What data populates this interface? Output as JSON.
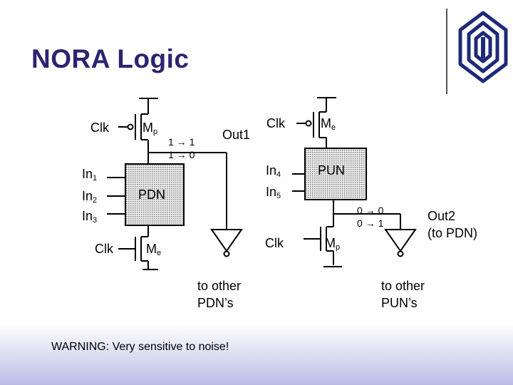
{
  "slide": {
    "title": "NORA Logic",
    "warning": "WARNING: Very sensitive to noise!"
  },
  "left_stage": {
    "clk_top": "Clk",
    "mp_label": "M",
    "mp_sub": "p",
    "transition_1": "1 → 1",
    "transition_2": "1 → 0",
    "out_label": "Out1",
    "in1": "In",
    "in1_sub": "1",
    "in2": "In",
    "in2_sub": "2",
    "in3": "In",
    "in3_sub": "3",
    "network": "PDN",
    "clk_bottom": "Clk",
    "me_label": "M",
    "me_sub": "e",
    "fanout_1": "to other",
    "fanout_2": "PDN’s"
  },
  "right_stage": {
    "clk_top": "Clk",
    "me_label": "M",
    "me_sub": "e",
    "in4": "In",
    "in4_sub": "4",
    "in5": "In",
    "in5_sub": "5",
    "network": "PUN",
    "clk_bottom": "Clk",
    "mp_label": "M",
    "mp_sub": "p",
    "transition_1": "0 → 0",
    "transition_2": "0 → 1",
    "out_label_1": "Out2",
    "out_label_2": "(to PDN)",
    "fanout_1": "to other",
    "fanout_2": "PUN’s"
  },
  "colors": {
    "title": "#2b2470",
    "logo": "#1e2a78",
    "wire": "#000000",
    "block_fill": "#e3e3e3"
  }
}
